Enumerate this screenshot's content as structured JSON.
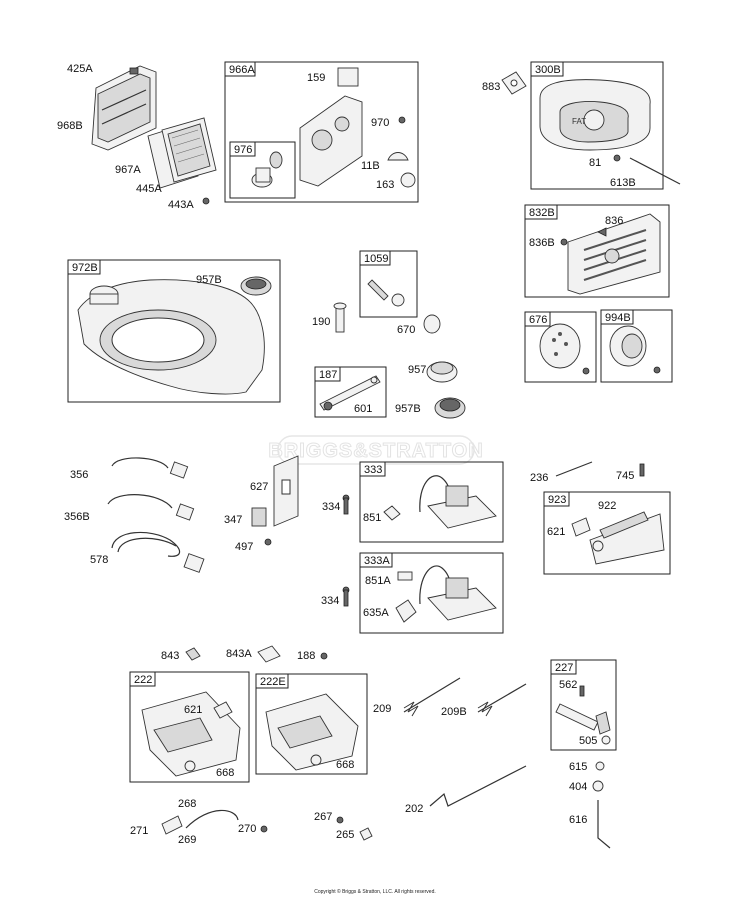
{
  "watermark": "BRIGGS&STRATTON",
  "copyright": "Copyright © Briggs & Stratton, LLC. All rights reserved.",
  "boxes": [
    {
      "id": "966A"
    },
    {
      "id": "976"
    },
    {
      "id": "300B"
    },
    {
      "id": "832B"
    },
    {
      "id": "972B"
    },
    {
      "id": "1059"
    },
    {
      "id": "676"
    },
    {
      "id": "994B"
    },
    {
      "id": "187"
    },
    {
      "id": "333"
    },
    {
      "id": "923"
    },
    {
      "id": "333A"
    },
    {
      "id": "222"
    },
    {
      "id": "222E"
    },
    {
      "id": "227"
    }
  ],
  "labels": [
    "425A",
    "968B",
    "967A",
    "445A",
    "443A",
    "159",
    "970",
    "11B",
    "163",
    "883",
    "81",
    "613B",
    "836",
    "836B",
    "957B",
    "190",
    "670",
    "957",
    "601",
    "957B",
    "356",
    "356B",
    "578",
    "627",
    "347",
    "497",
    "334",
    "851",
    "236",
    "745",
    "922",
    "621",
    "334",
    "851A",
    "635A",
    "843",
    "843A",
    "188",
    "621",
    "668",
    "668",
    "209",
    "209B",
    "562",
    "505",
    "615",
    "404",
    "268",
    "271",
    "269",
    "270",
    "267",
    "265",
    "202",
    "616"
  ]
}
